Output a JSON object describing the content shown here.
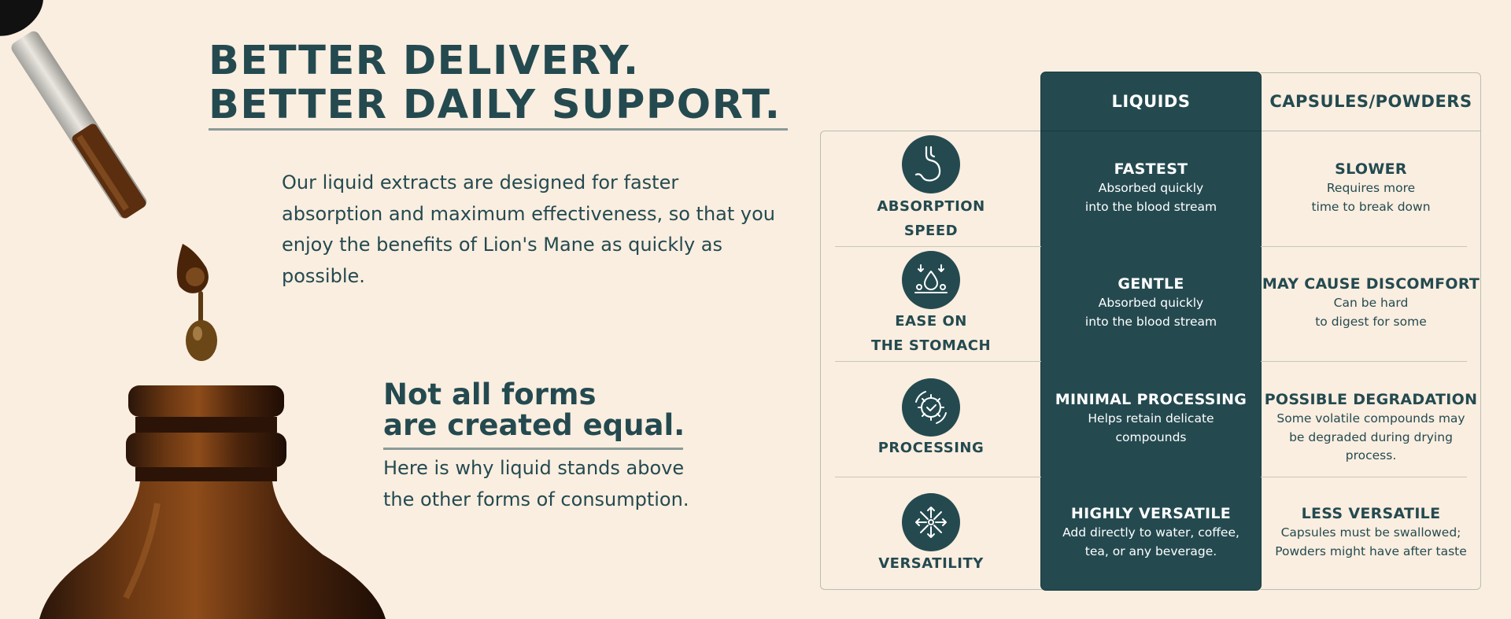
{
  "headline": {
    "line1": "BETTER DELIVERY.",
    "line2": "BETTER DAILY SUPPORT."
  },
  "intro": "Our liquid extracts are designed for faster absorption and maximum effectiveness, so that you enjoy the benefits of Lion's Mane as quickly as possible.",
  "subheading": {
    "line1": "Not all forms",
    "line2": "are created equal.",
    "body": "Here is why liquid stands above the other forms of consumption."
  },
  "comparison": {
    "columns": {
      "liquids": "LIQUIDS",
      "capsules": "CAPSULES/POWDERS"
    },
    "rows": [
      {
        "icon": "stomach-icon",
        "label1": "ABSORPTION",
        "label2": "SPEED",
        "liquids_title": "FASTEST",
        "liquids_line1": "Absorbed quickly",
        "liquids_line2": "into the blood stream",
        "capsules_title": "SLOWER",
        "capsules_line1": "Requires more",
        "capsules_line2": "time to break down"
      },
      {
        "icon": "gentle-drop-icon",
        "label1": "EASE ON",
        "label2": "THE STOMACH",
        "liquids_title": "GENTLE",
        "liquids_line1": "Absorbed quickly",
        "liquids_line2": "into the blood stream",
        "capsules_title": "MAY CAUSE DISCOMFORT",
        "capsules_line1": "Can be hard",
        "capsules_line2": "to digest for some"
      },
      {
        "icon": "gear-check-icon",
        "label1": "PROCESSING",
        "liquids_title": "MINIMAL PROCESSING",
        "liquids_line1": "Helps retain delicate",
        "liquids_line2": "compounds",
        "capsules_title": "POSSIBLE DEGRADATION",
        "capsules_line1": "Some volatile compounds may",
        "capsules_line2": "be degraded during drying",
        "capsules_line3": "process."
      },
      {
        "icon": "versatility-arrows-icon",
        "label1": "VERSATILITY",
        "liquids_title": "HIGHLY VERSATILE",
        "liquids_line1": "Add directly to water, coffee,",
        "liquids_line2": "tea, or any beverage.",
        "capsules_title": "LESS VERSATILE",
        "capsules_line1": "Capsules must be swallowed;",
        "capsules_line2": "Powders might have after taste"
      }
    ]
  },
  "colors": {
    "background": "#faeee0",
    "brand_teal": "#244a50",
    "rule_gray": "#8a9a98"
  }
}
